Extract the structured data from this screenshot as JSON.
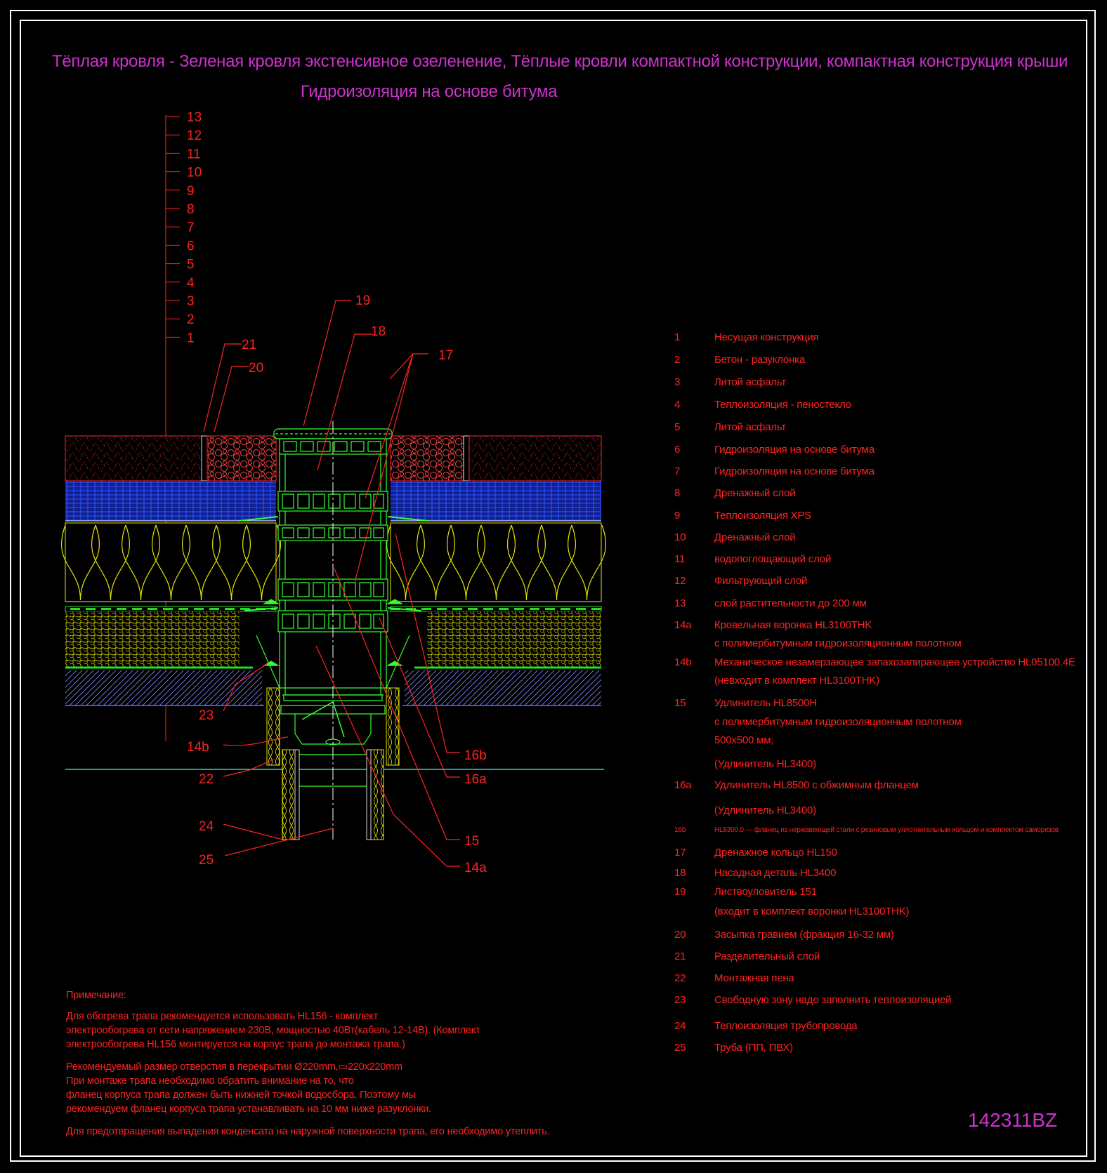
{
  "title": {
    "line1": "Тёплая кровля - Зеленая кровля экстенсивное озеленение, Тёплые кровли компактной конструкции, компактная конструкция крыши",
    "line2": "Гидроизоляция на основе битума"
  },
  "drawing_code": "142311BZ",
  "layer_scale": [
    "13",
    "12",
    "11",
    "10",
    "9",
    "8",
    "7",
    "6",
    "5",
    "4",
    "3",
    "2",
    "1"
  ],
  "callouts": {
    "c19": "19",
    "c18": "18",
    "c17": "17",
    "c21": "21",
    "c20": "20",
    "c23": "23",
    "c14b": "14b",
    "c22": "22",
    "c24": "24",
    "c25": "25",
    "c16b": "16b",
    "c16a": "16a",
    "c15": "15",
    "c14a": "14a"
  },
  "legend": [
    {
      "num": "1",
      "text": "Несущая конструкция"
    },
    {
      "num": "2",
      "text": "Бетон - разуклонка"
    },
    {
      "num": "3",
      "text": "Литой асфальт"
    },
    {
      "num": "4",
      "text": "Теплоизоляция - пеностекло"
    },
    {
      "num": "5",
      "text": "Литой асфальт"
    },
    {
      "num": "6",
      "text": "Гидроизоляция на основе битума"
    },
    {
      "num": "7",
      "text": "Гидроизоляция на основе битума"
    },
    {
      "num": "8",
      "text": "Дренажный слой"
    },
    {
      "num": "9",
      "text": "Теплоизоляция XPS"
    },
    {
      "num": "10",
      "text": "Дренажный слой"
    },
    {
      "num": "11",
      "text": "водопоглощающий слой"
    },
    {
      "num": "12",
      "text": "Фильтрующий слой"
    },
    {
      "num": "13",
      "text": "слой растительности до 200 мм"
    },
    {
      "num": "14a",
      "text": "Кровельная воронка HL3100THK"
    },
    {
      "num": "",
      "text": "с полимербитумным гидроизоляционным полотном"
    },
    {
      "num": "14b",
      "text": "Механическое незамерзающее запахозапирающее устройство HL05100.4E"
    },
    {
      "num": "",
      "text": "(невходит в комплект HL3100THK)"
    },
    {
      "num": "15",
      "text": "Удлинитель HL8500H"
    },
    {
      "num": "",
      "text": " с полимербитумным гидроизоляционным полотном"
    },
    {
      "num": "",
      "text": "500х500 мм;"
    },
    {
      "num": "",
      "text": "(Удлинитель HL3400)"
    },
    {
      "num": "16a",
      "text": "Удлинитель HL8500 с обжимным фланцем"
    },
    {
      "num": "",
      "text": "(Удлинитель HL3400)"
    },
    {
      "num": "16b",
      "text": "HL8300.0 — фланец из нержавеющей стали с резиновым уплотнительным кольцом и комплектом саморезов"
    },
    {
      "num": "17",
      "text": "Дренажное кольцо HL150"
    },
    {
      "num": "18",
      "text": "Насадная деталь HL3400"
    },
    {
      "num": "19",
      "text": "Листвоуловитель 151"
    },
    {
      "num": "",
      "text": " (входит в комплект воронки HL3100THK)"
    },
    {
      "num": "20",
      "text": "Засыпка гравием (фракция 16-32 мм)"
    },
    {
      "num": "21",
      "text": "Разделительный слой"
    },
    {
      "num": "22",
      "text": "Монтажная пена"
    },
    {
      "num": "23",
      "text": "Свободную зону надо заполнить теплоизоляцией"
    },
    {
      "num": "24",
      "text": "Теплоизоляция трубопровода"
    },
    {
      "num": "25",
      "text": "Труба (ПП, ПВХ)"
    }
  ],
  "notes": [
    "Примечание:",
    "Для обогрева трапа рекомендуется использовать HL156 - комплект",
    "электрообогрева от сети напряжением 230В, мощностью 40Вт(кабель 12-14В). (Комплект",
    "электрообогрева HL156 монтируется на корпус трапа до монтажа трапа.)",
    "Рекомендуемый размер отверстия в перекрытии Ø220mm,▭220x220mm",
    "При монтаже трапа необходимо обратить внимание на то, что",
    "фланец корпуса трапа должен быть нижней точкой водосбора. Поэтому мы",
    "рекомендуем фланец корпуса трапа устанавливать на 10 мм ниже разуклонки.",
    "Для предотвращения выпадения конденсата на наружной поверхности трапа, его необходимо утеплить."
  ],
  "colors": {
    "label": "#ff2222",
    "title": "#cc33cc",
    "vegetation": "#8b1a1a",
    "gravel": "#ff4444",
    "drainage_blue": "#1f3fd6",
    "xps_yellow": "#e6e600",
    "foamglass_yellow": "#c8c800",
    "membrane_green": "#22dd22",
    "drain_body": "#33ff33",
    "concrete_cyan": "#33cccc"
  }
}
